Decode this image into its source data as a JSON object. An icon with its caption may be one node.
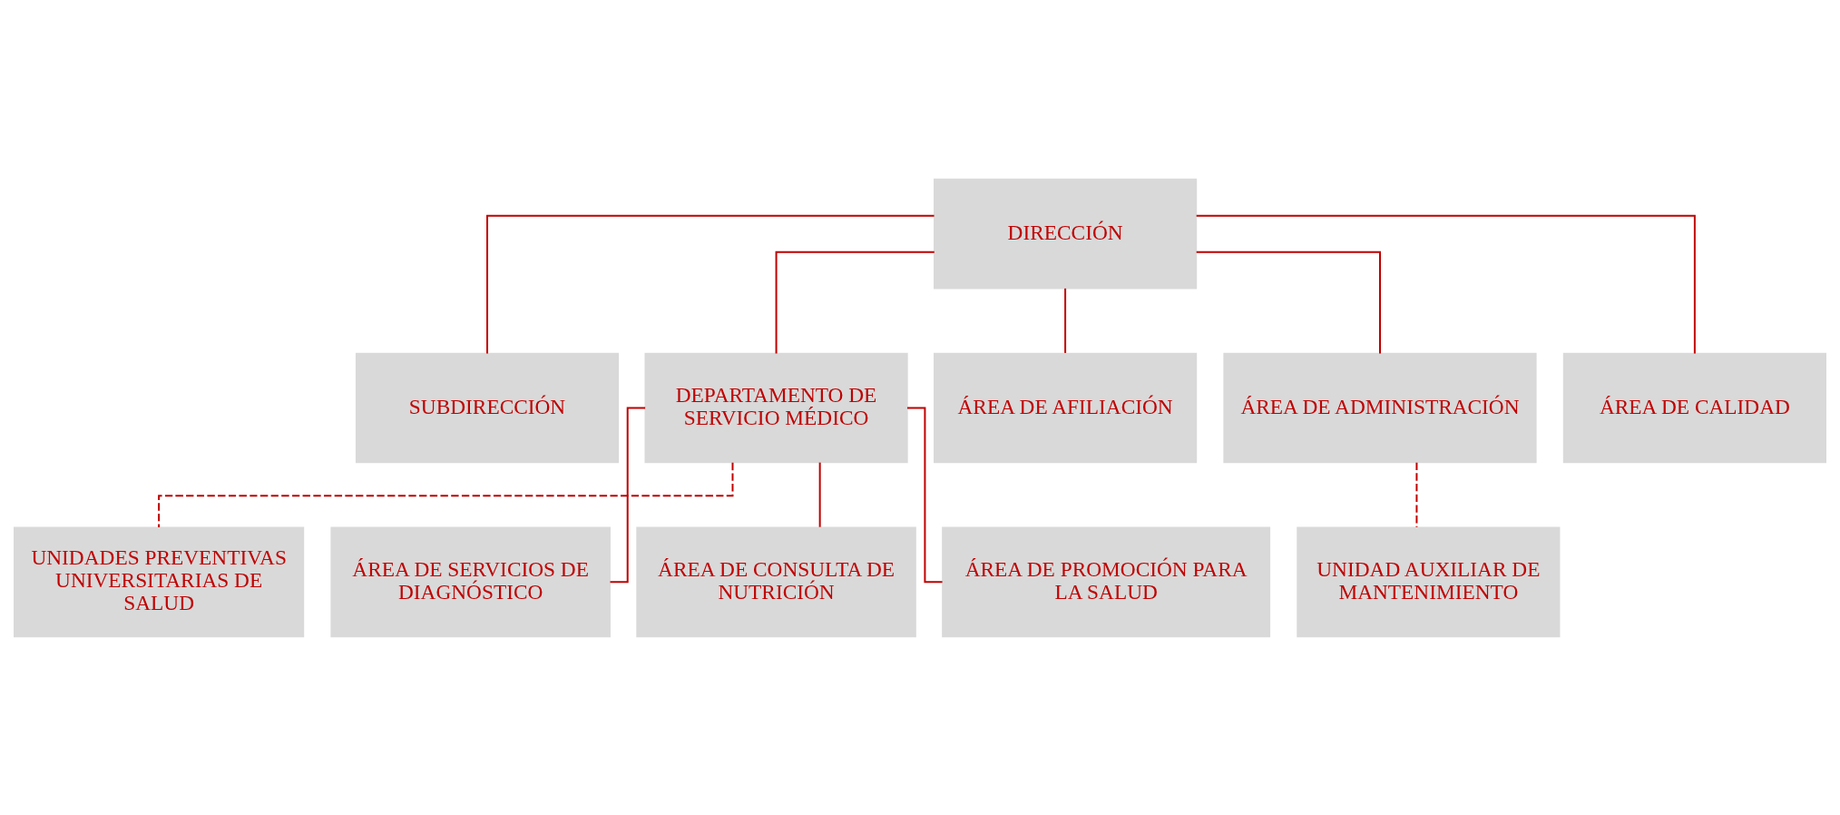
{
  "diagram": {
    "nodes": [
      {
        "text": [
          "DIRECCIÓN"
        ]
      },
      {
        "text": [
          "SUBDIRECCIÓN"
        ]
      },
      {
        "text": [
          "DEPARTAMENTO DE SERVICIO MÉDICO"
        ]
      },
      {
        "text": [
          "UNIDADES PREVENTIVAS UNIVERSITARIAS DE SALUD"
        ]
      },
      {
        "text": [
          "ÁREA DE SERVICIOS DE DIAGNÓSTICO"
        ]
      },
      {
        "text": [
          "ÁREA DE CONSULTA DE NUTRICIÓN"
        ]
      },
      {
        "text": [
          "ÁREA DE PROMOCIÓN PARA LA SALUD"
        ]
      },
      {
        "text": [
          "ÁREA DE AFILIACIÓN"
        ]
      },
      {
        "text": [
          "ÁREA DE ADMINISTRACIÓN"
        ]
      },
      {
        "text": [
          "ÁREA DE CALIDAD"
        ]
      },
      {
        "text": [
          "UNIDAD AUXILIAR DE MANTENIMIENTO"
        ]
      }
    ],
    "edges": [
      {
        "from": 0,
        "to": 1,
        "arrow": "none"
      },
      {
        "from": 0,
        "to": 2,
        "arrow": "none"
      },
      {
        "from": 0,
        "to": 7,
        "arrow": "none"
      },
      {
        "from": 0,
        "to": 8,
        "arrow": "none"
      },
      {
        "from": 0,
        "to": 9,
        "arrow": "none"
      },
      {
        "from": 2,
        "to": 3,
        "arrow": "none",
        "style": "dashed"
      },
      {
        "from": 2,
        "to": 4,
        "arrow": "none"
      },
      {
        "from": 2,
        "to": 5,
        "arrow": "none"
      },
      {
        "from": 2,
        "to": 6,
        "arrow": "none"
      },
      {
        "from": 8,
        "to": 10,
        "arrow": "none",
        "style": "dashed"
      }
    ]
  }
}
